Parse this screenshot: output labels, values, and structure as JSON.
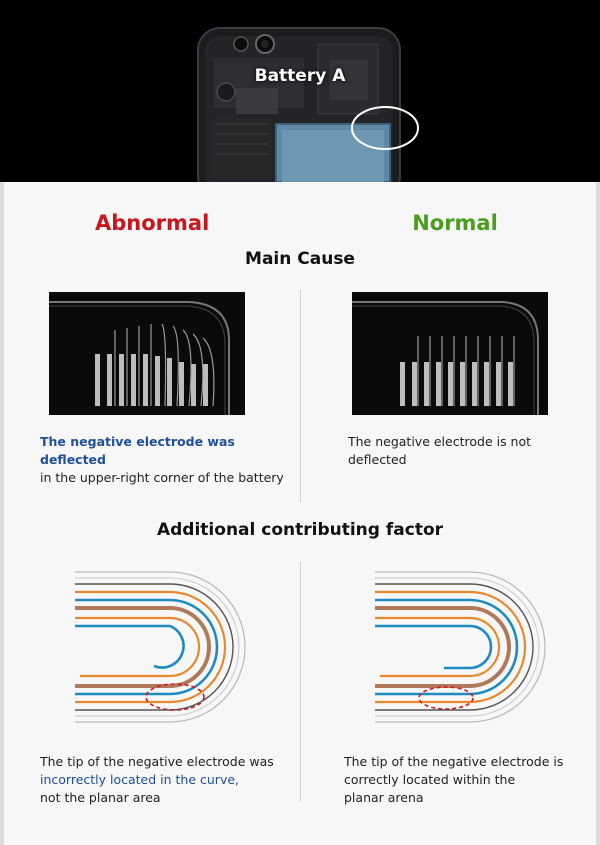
{
  "header": {
    "title": "Battery A"
  },
  "columns": {
    "abnormal": {
      "heading": "Abnormal",
      "color": "#c8161d"
    },
    "normal": {
      "heading": "Normal",
      "color": "#4a9d1e"
    }
  },
  "sections": {
    "main_cause": {
      "title": "Main Cause"
    },
    "additional": {
      "title": "Additional contributing factor"
    }
  },
  "captions": {
    "abnormal_main": {
      "highlight": "The negative electrode was deflected",
      "rest": "in the upper-right corner of the battery"
    },
    "normal_main": {
      "text": "The negative electrode is not deflected"
    },
    "abnormal_additional": {
      "line1": "The tip of the negative electrode was",
      "highlight": "incorrectly located in the curve,",
      "line3": "not the planar area"
    },
    "normal_additional": {
      "line1": "The tip of the negative electrode is",
      "line2": "correctly located within the",
      "line3": "planar arena"
    }
  },
  "colors": {
    "highlight_blue": "#1f4f9a",
    "electrode_blue": "#1e8bc3",
    "electrode_orange": "#e8892e",
    "electrode_brown": "#b07a5a",
    "marker_red": "#d21a1a"
  }
}
